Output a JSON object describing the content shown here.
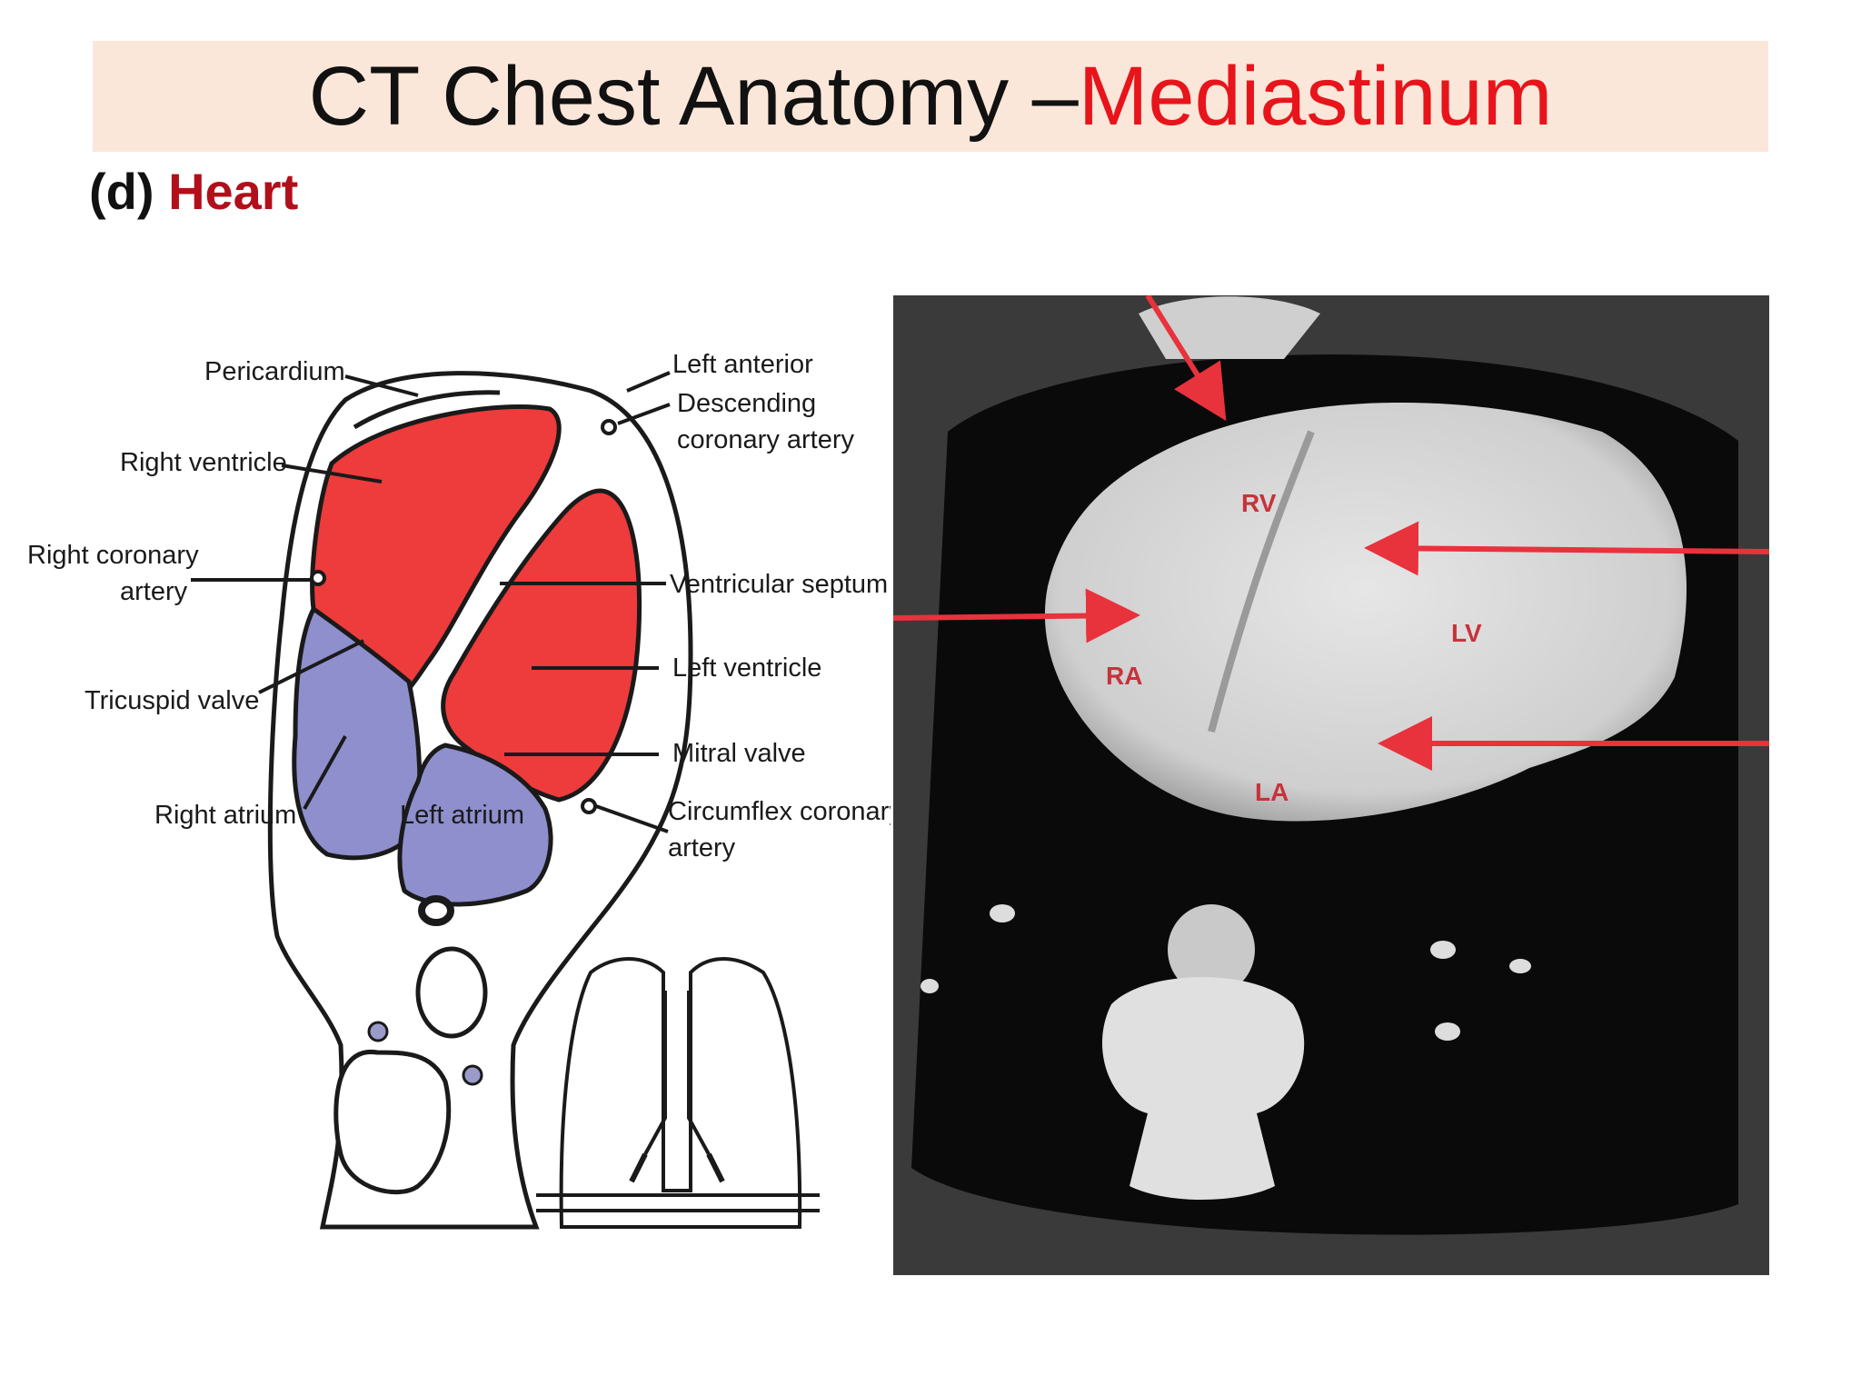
{
  "title": {
    "main": "CT Chest Anatomy – ",
    "accent": "Mediastinum"
  },
  "subtitle": {
    "prefix": "(d) ",
    "accent": "Heart"
  },
  "diagram": {
    "labels": {
      "pericardium": "Pericardium",
      "left_anterior": "Left anterior",
      "descending": "Descending",
      "coronary_artery": "coronary artery",
      "right_ventricle": "Right ventricle",
      "right_coronary": "Right coronary",
      "artery": "artery",
      "ventricular_septum": "Ventricular septum",
      "tricuspid_valve": "Tricuspid valve",
      "left_ventricle": "Left ventricle",
      "mitral_valve": "Mitral valve",
      "right_atrium": "Right atrium",
      "left_atrium": "Left atrium",
      "circumflex_coronary": "Circumflex coronary",
      "circumflex_artery": "artery"
    },
    "colors": {
      "ventricles": "#ee3b3b",
      "atria": "#8e8fcc"
    }
  },
  "ct_image": {
    "labels": {
      "rv": "RV",
      "lv": "LV",
      "ra": "RA",
      "la": "LA"
    },
    "arrow_color": "#e8323c"
  }
}
